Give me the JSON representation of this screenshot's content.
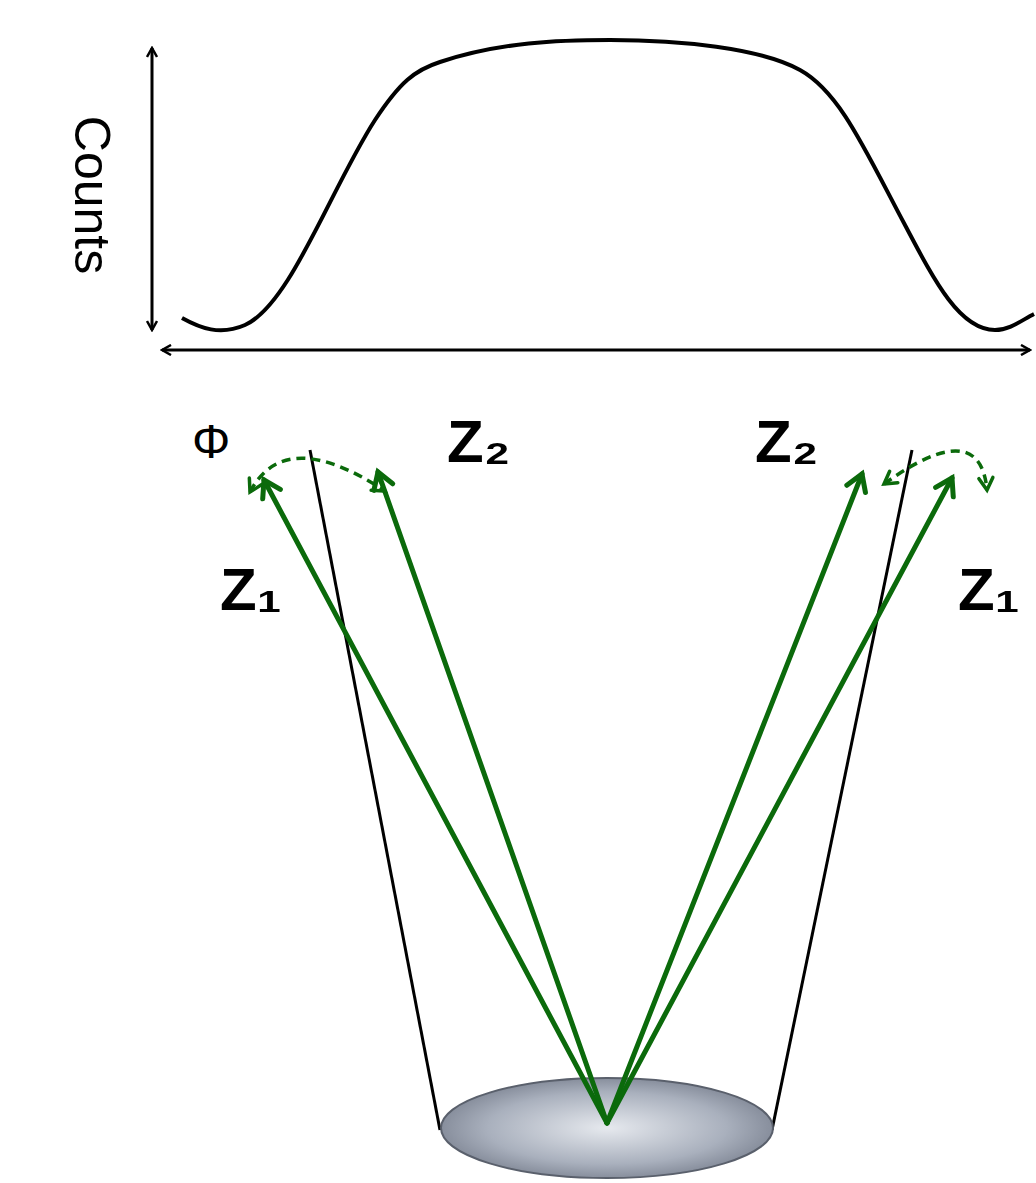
{
  "diagram": {
    "labels": [
      "Counts",
      "Φ",
      "Z₂",
      "Z₂",
      "Z₁",
      "Z₁"
    ]
  }
}
